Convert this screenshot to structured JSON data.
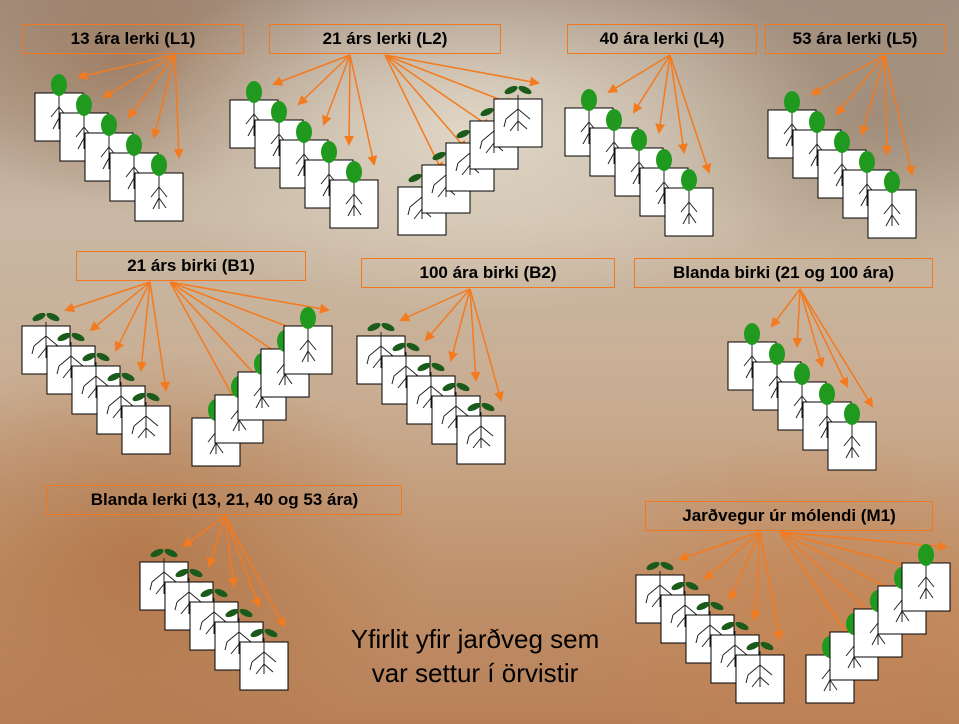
{
  "groups": [
    {
      "id": "L1",
      "label": "13 ára lerki (L1)",
      "plant": "tree"
    },
    {
      "id": "L2",
      "label": "21 árs lerki (L2)",
      "plant": "mixed"
    },
    {
      "id": "L4",
      "label": "40 ára lerki (L4)",
      "plant": "tree"
    },
    {
      "id": "L5",
      "label": "53 ára lerki (L5)",
      "plant": "tree"
    },
    {
      "id": "B1",
      "label": "21 árs birki (B1)",
      "plant": "mixed"
    },
    {
      "id": "B2",
      "label": "100 ára birki (B2)",
      "plant": "seedling"
    },
    {
      "id": "BB",
      "label": "Blanda birki (21 og 100 ára)",
      "plant": "tree"
    },
    {
      "id": "BL",
      "label": "Blanda lerki (13, 21, 40 og 53 ára)",
      "plant": "seedling"
    },
    {
      "id": "M1",
      "label": "Jarðvegur úr mólendi (M1)",
      "plant": "mixed"
    }
  ],
  "caption": {
    "line1": "Yfirlit yfir jarðveg sem",
    "line2": "var settur í örvistir"
  },
  "colors": {
    "arrow": "#f47a1e",
    "label_border": "#f07820",
    "tree": "#1f9a1f",
    "seedling_leaf": "#1a5a1a",
    "pot_fill": "#ffffff",
    "root": "#222222"
  }
}
